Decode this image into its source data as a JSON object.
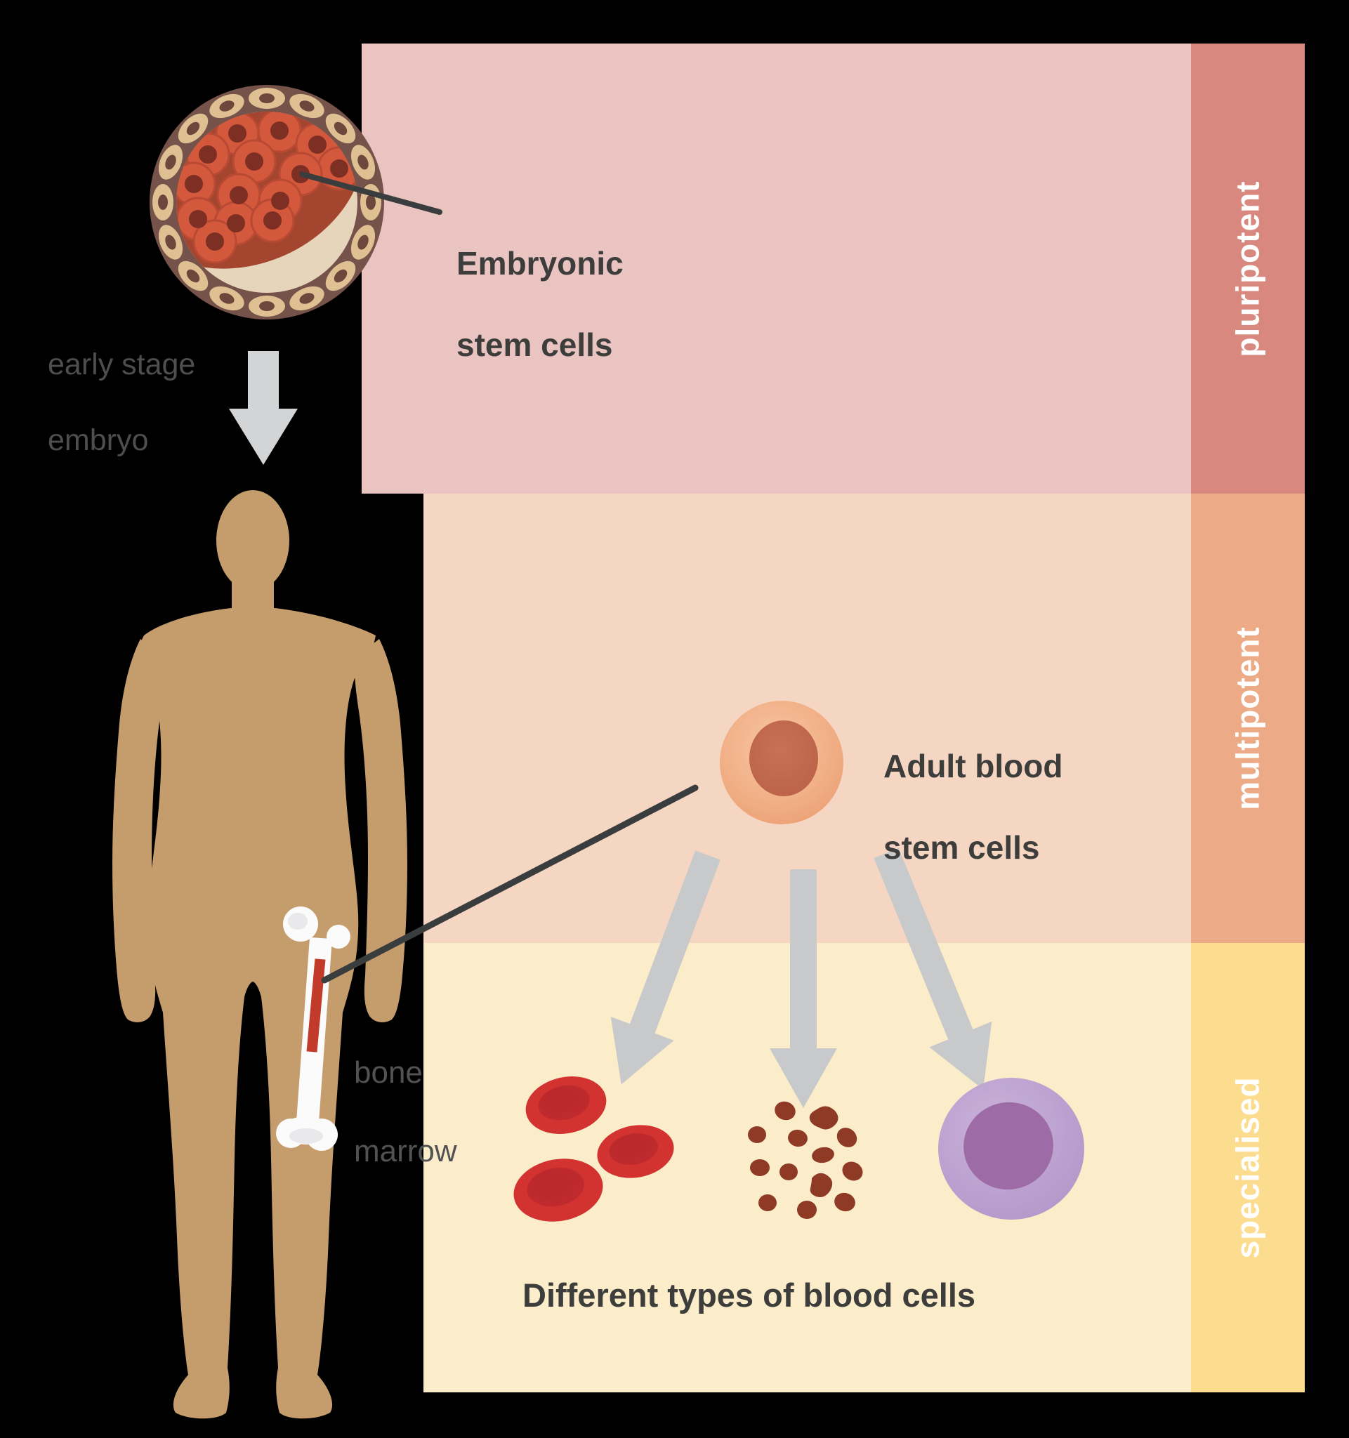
{
  "bands": [
    {
      "label": "pluripotent",
      "light_color": "#e9c4c0",
      "strip_color": "#d8887e"
    },
    {
      "label": "multipotent",
      "light_color": "#f5d6c2",
      "strip_color": "#ecab86"
    },
    {
      "label": "specialised",
      "light_color": "#fcedca",
      "strip_color": "#fcdd90"
    }
  ],
  "labels": {
    "embryonic": {
      "line1": "Embryonic",
      "line2": "stem cells"
    },
    "early_embryo": {
      "line1": "early stage",
      "line2": "embryo"
    },
    "adult_blood": {
      "line1": "Adult blood",
      "line2": "stem cells"
    },
    "bone_marrow": {
      "line1": "bone",
      "line2": "marrow"
    },
    "blood_cells_caption": "Different types of blood cells"
  },
  "colors": {
    "background": "#000000",
    "strip_text": "#ffffff",
    "dark_label_text": "#3d3d3c",
    "gray_label_text": "#4e4e50",
    "pointer_line": "#3a3d3d",
    "flow_arrow_gray": "#c7c9ca",
    "big_arrow_gray": "#d3d4d5",
    "body_silhouette": "#c59c6c",
    "embryo_ring": "#75524a",
    "embryo_ring_cells": "#dec092",
    "embryo_ring_nuclei": "#6b473c",
    "embryo_interior": "#e6d5ba",
    "inner_cell_mass": "#a4452f",
    "embryonic_cell": "#d4583c",
    "embryonic_cell_nucleus": "#7d2f23",
    "stem_cell_body": "#efa77c",
    "stem_cell_nucleus": "#bf6850",
    "red_blood_cell": "#d23230",
    "red_blood_cell_inner": "#b9282c",
    "platelet": "#8e3a25",
    "white_blood_cell": "#bda2d0",
    "white_blood_cell_nucleus": "#9d6ba6",
    "bone": "#fbfbfb",
    "bone_marrow_red": "#c23a2a"
  }
}
